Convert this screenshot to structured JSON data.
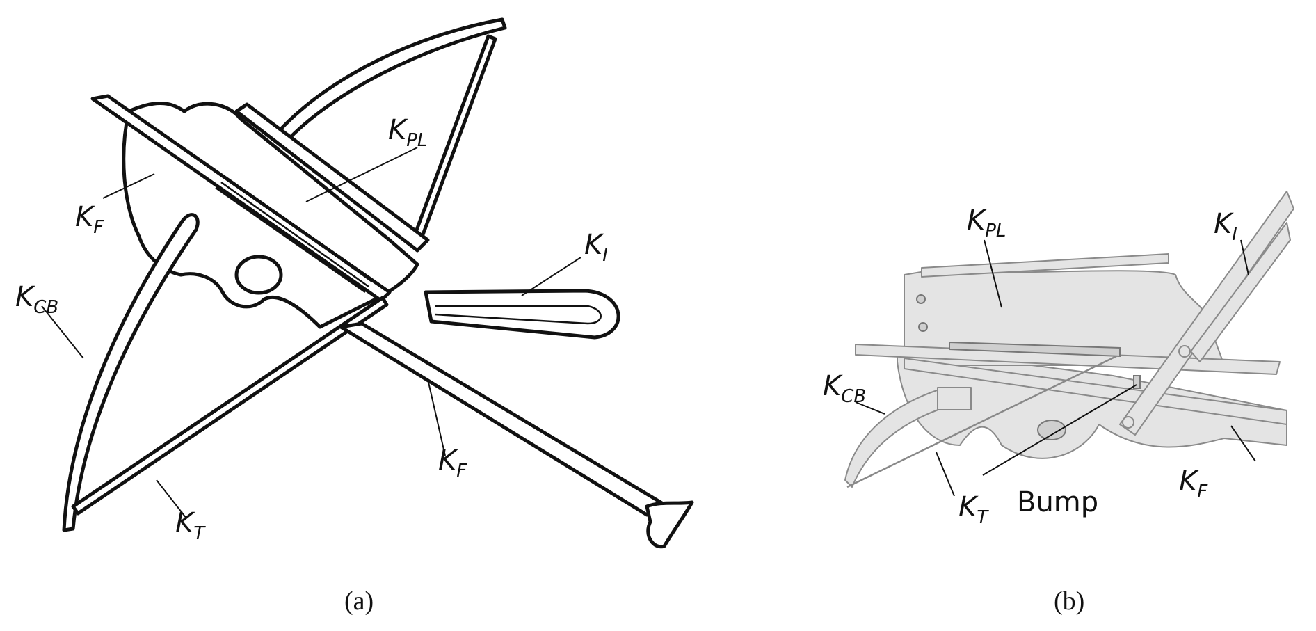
{
  "panel_a": {
    "caption": "(a)",
    "labels": {
      "kpl": {
        "main": "K",
        "sub": "PL"
      },
      "kf_top": {
        "main": "K",
        "sub": "F"
      },
      "kcb": {
        "main": "K",
        "sub": "CB"
      },
      "ki": {
        "main": "K",
        "sub": "I"
      },
      "kf_bottom": {
        "main": "K",
        "sub": "F"
      },
      "kt": {
        "main": "K",
        "sub": "T"
      }
    }
  },
  "panel_b": {
    "caption": "(b)",
    "labels": {
      "kpl": {
        "main": "K",
        "sub": "PL"
      },
      "ki": {
        "main": "K",
        "sub": "I"
      },
      "kcb": {
        "main": "K",
        "sub": "CB"
      },
      "kt": {
        "main": "K",
        "sub": "T"
      },
      "bump": "Bump",
      "kf": {
        "main": "K",
        "sub": "F"
      }
    }
  }
}
